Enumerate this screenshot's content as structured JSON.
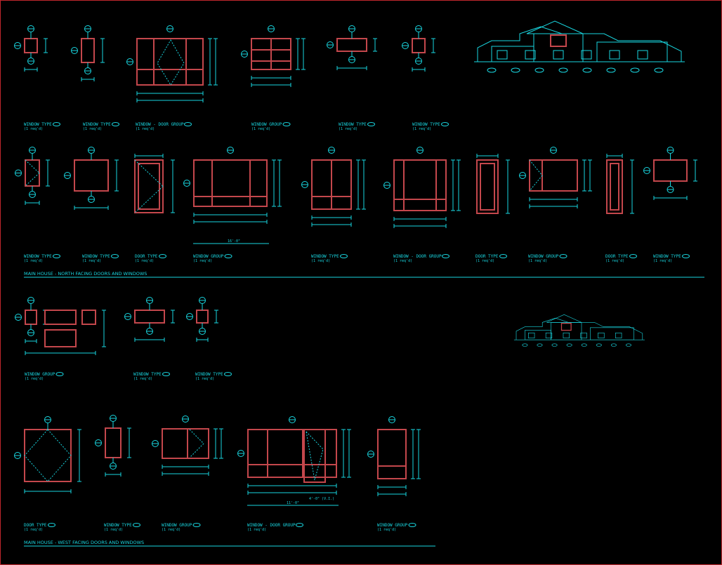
{
  "sections": {
    "north": "MAIN HOUSE - NORTH FACING DOORS AND WINDOWS",
    "west": "MAIN HOUSE - WEST FACING DOORS AND WINDOWS"
  },
  "row1_titles": [
    "WINDOW TYPE",
    "WINDOW TYPE",
    "WINDOW - DOOR GROUP",
    "WINDOW GROUP",
    "WINDOW TYPE",
    "WINDOW TYPE"
  ],
  "row2_titles": [
    "WINDOW TYPE",
    "WINDOW TYPE",
    "DOOR TYPE",
    "WINDOW GROUP",
    "WINDOW TYPE",
    "WINDOW - DOOR GROUP",
    "DOOR TYPE",
    "WINDOW GROUP",
    "DOOR TYPE",
    "WINDOW TYPE"
  ],
  "row3_titles": [
    "WINDOW GROUP",
    "WINDOW TYPE",
    "WINDOW TYPE"
  ],
  "row4_titles": [
    "DOOR TYPE",
    "WINDOW TYPE",
    "WINDOW GROUP",
    "WINDOW - DOOR GROUP",
    "WINDOW GROUP"
  ],
  "note_fill": "(1 req'd)",
  "row2_total": "16'-0\"",
  "row4_total": "11'-0\"",
  "row4_sub": "4'-0\" (V.I.)",
  "colors": {
    "background": "#000000",
    "line": "#19d6e0",
    "frame": "#c4474c",
    "border": "#c0272d"
  }
}
